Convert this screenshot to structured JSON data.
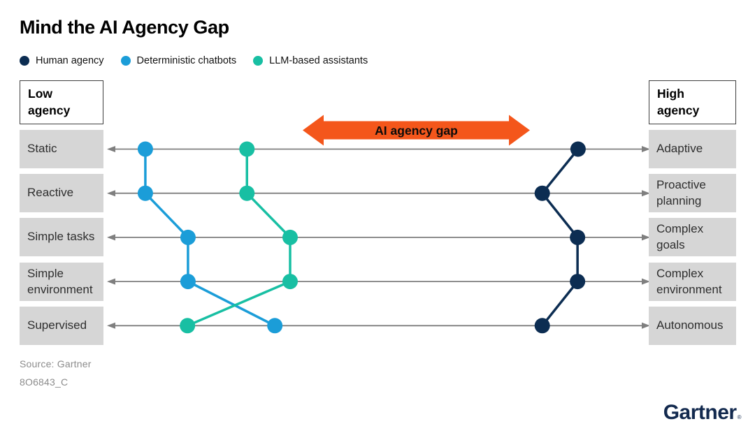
{
  "title": "Mind the AI Agency Gap",
  "legend": [
    {
      "label": "Human agency",
      "color": "#0C2D52"
    },
    {
      "label": "Deterministic chatbots",
      "color": "#1B9DD8"
    },
    {
      "label": "LLM-based assistants",
      "color": "#18BFA3"
    }
  ],
  "left_header": "Low agency",
  "right_header": "High agency",
  "rows": [
    {
      "left": "Static",
      "right": "Adaptive"
    },
    {
      "left": "Reactive",
      "right": "Proactive planning"
    },
    {
      "left": "Simple tasks",
      "right": "Complex goals"
    },
    {
      "left": "Simple environment",
      "right": "Complex environment"
    },
    {
      "left": "Supervised",
      "right": "Autonomous"
    }
  ],
  "gap_arrow": {
    "label": "AI agency gap",
    "color": "#F4561B"
  },
  "source_line1": "Source: Gartner",
  "source_line2": "8O6843_C",
  "logo": {
    "text": "Gartner",
    "mark": "®"
  },
  "chart_data": {
    "type": "line",
    "subtype": "parallel-axes-slope",
    "title": "Mind the AI Agency Gap",
    "axes": [
      {
        "low": "Static",
        "high": "Adaptive"
      },
      {
        "low": "Reactive",
        "high": "Proactive planning"
      },
      {
        "low": "Simple tasks",
        "high": "Complex goals"
      },
      {
        "low": "Simple environment",
        "high": "Complex environment"
      },
      {
        "low": "Supervised",
        "high": "Autonomous"
      }
    ],
    "axis_range": [
      0,
      1
    ],
    "axis_color": "#7F7F7F",
    "legend_position": "top",
    "series": [
      {
        "name": "Deterministic chatbots",
        "color": "#1B9DD8",
        "positions": [
          0.057,
          0.057,
          0.138,
          0.138,
          0.303
        ]
      },
      {
        "name": "LLM-based assistants",
        "color": "#18BFA3",
        "positions": [
          0.25,
          0.25,
          0.332,
          0.332,
          0.137
        ]
      },
      {
        "name": "Human agency",
        "color": "#0C2D52",
        "positions": [
          0.879,
          0.811,
          0.878,
          0.878,
          0.811
        ]
      }
    ],
    "annotation": "AI agency gap",
    "annotation_color": "#F4561B"
  }
}
